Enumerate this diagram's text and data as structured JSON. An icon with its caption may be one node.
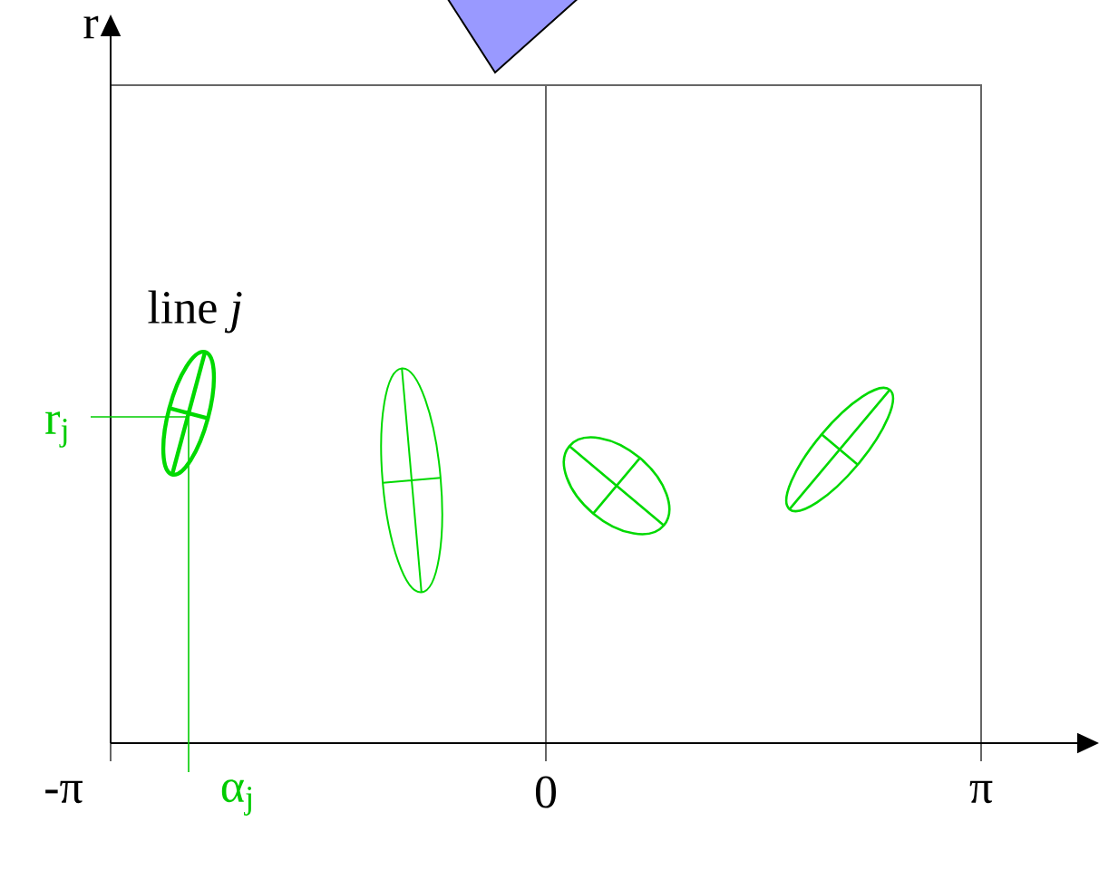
{
  "diagram": {
    "labels": [
      "r",
      "line *j*",
      "r$_{j}$",
      "-π",
      "α$_{j}$",
      "0",
      "π"
    ]
  }
}
